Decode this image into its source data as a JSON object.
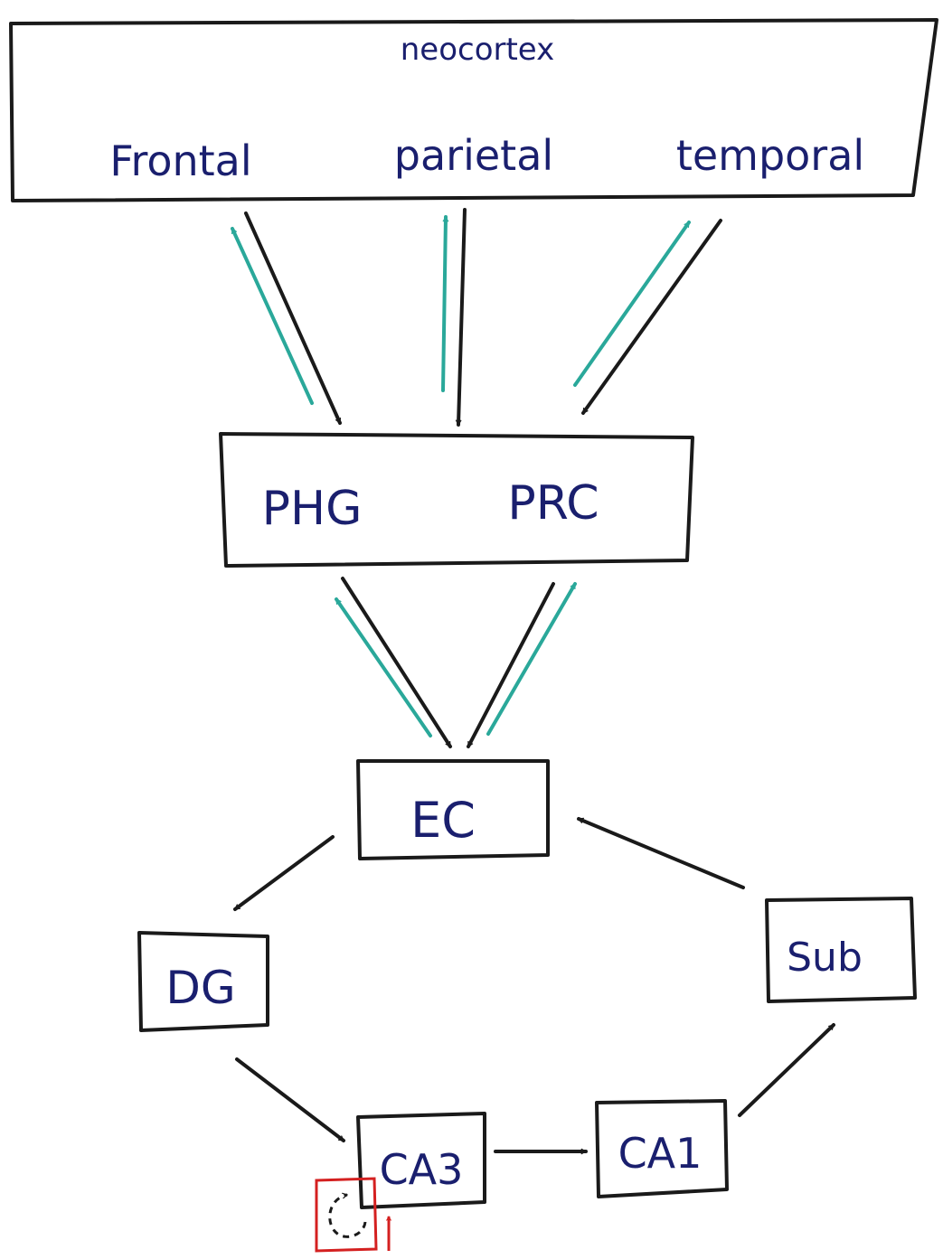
{
  "neocortex": {
    "title": "neocortex",
    "regions": [
      "Frontal",
      "parietal",
      "temporal"
    ]
  },
  "parahippocampal": {
    "left_label": "PHG",
    "right_label": "PRC"
  },
  "ec": {
    "label": "EC"
  },
  "dg": {
    "label": "DG"
  },
  "ca3": {
    "label": "CA3"
  },
  "ca1": {
    "label": "CA1"
  },
  "sub": {
    "label": "Sub"
  },
  "colors": {
    "ink": "#1a1a1a",
    "label": "#1a1f6e",
    "feedback_arrow": "#2aa89a",
    "recurrent_highlight": "#d42020"
  }
}
